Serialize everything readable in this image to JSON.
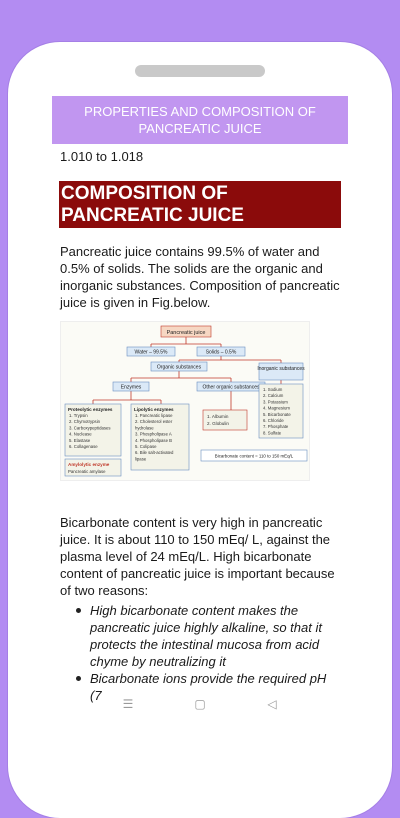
{
  "header": {
    "title": "PROPERTIES AND COMPOSITION OF PANCREATIC JUICE"
  },
  "content": {
    "prev_text": "1.010 to 1.018",
    "section_title": "COMPOSITION OF PANCREATIC JUICE",
    "paragraph1": "Pancreatic juice contains 99.5% of water and 0.5% of solids. The solids are the organic and inorganic substances. Composition of pancreatic juice is given in Fig.below.",
    "paragraph2": "Bicarbonate content is very high in pancreatic juice. It is about 110 to 150 mEq/ L, against the plasma level of 24 mEq/L. High bicarbonate content of pancreatic juice is important because of two reasons:",
    "bullets": [
      "High bicarbonate content makes the pancreatic juice highly alkaline, so that it protects the intestinal mucosa from acid chyme by neutralizing it",
      "Bicarbonate ions provide the required pH (7"
    ]
  },
  "figure": {
    "root": "Pancreatic juice",
    "water": "Water – 99.5%",
    "solids": "Solids – 0.5%",
    "organic": "Organic substances",
    "inorganic": "Inorganic substances",
    "enzymes": "Enzymes",
    "other_organic": "Other organic substances",
    "proteolytic_title": "Proteolytic enzymes",
    "proteolytic": [
      "1. Trypsin",
      "2. Chymotrypsin",
      "3. Carboxypeptidases",
      "4. Nuclease",
      "5. Elastase",
      "6. Collagenase"
    ],
    "lipolytic_title": "Lipolytic enzymes",
    "lipolytic": [
      "1. Pancreatic lipase",
      "2. Cholesterol ester",
      "hydrolase",
      "3. Phospholipase A",
      "4. Phospholipase B",
      "5. Colipase",
      "6. Bile salt-activated",
      "lipase"
    ],
    "amylolytic_title": "Amylolytic enzyme",
    "amylolytic": "Pancreatic amylase",
    "other_list": [
      "1. Albumin",
      "2. Globulin"
    ],
    "inorganic_list": [
      "1. Sodium",
      "2. Calcium",
      "3. Potassium",
      "4. Magnesium",
      "5. Bicarbonate",
      "6. Chloride",
      "7. Phosphate",
      "8. Sulfate"
    ],
    "bicarb_note": "Bicarbonate content = 110 to 150 mEq/L"
  },
  "nav": {
    "recents": "☰",
    "home": "▢",
    "back": "◁"
  },
  "colors": {
    "background": "#b38cf2",
    "header": "#c196f0",
    "section_title": "#8b0b0b"
  }
}
